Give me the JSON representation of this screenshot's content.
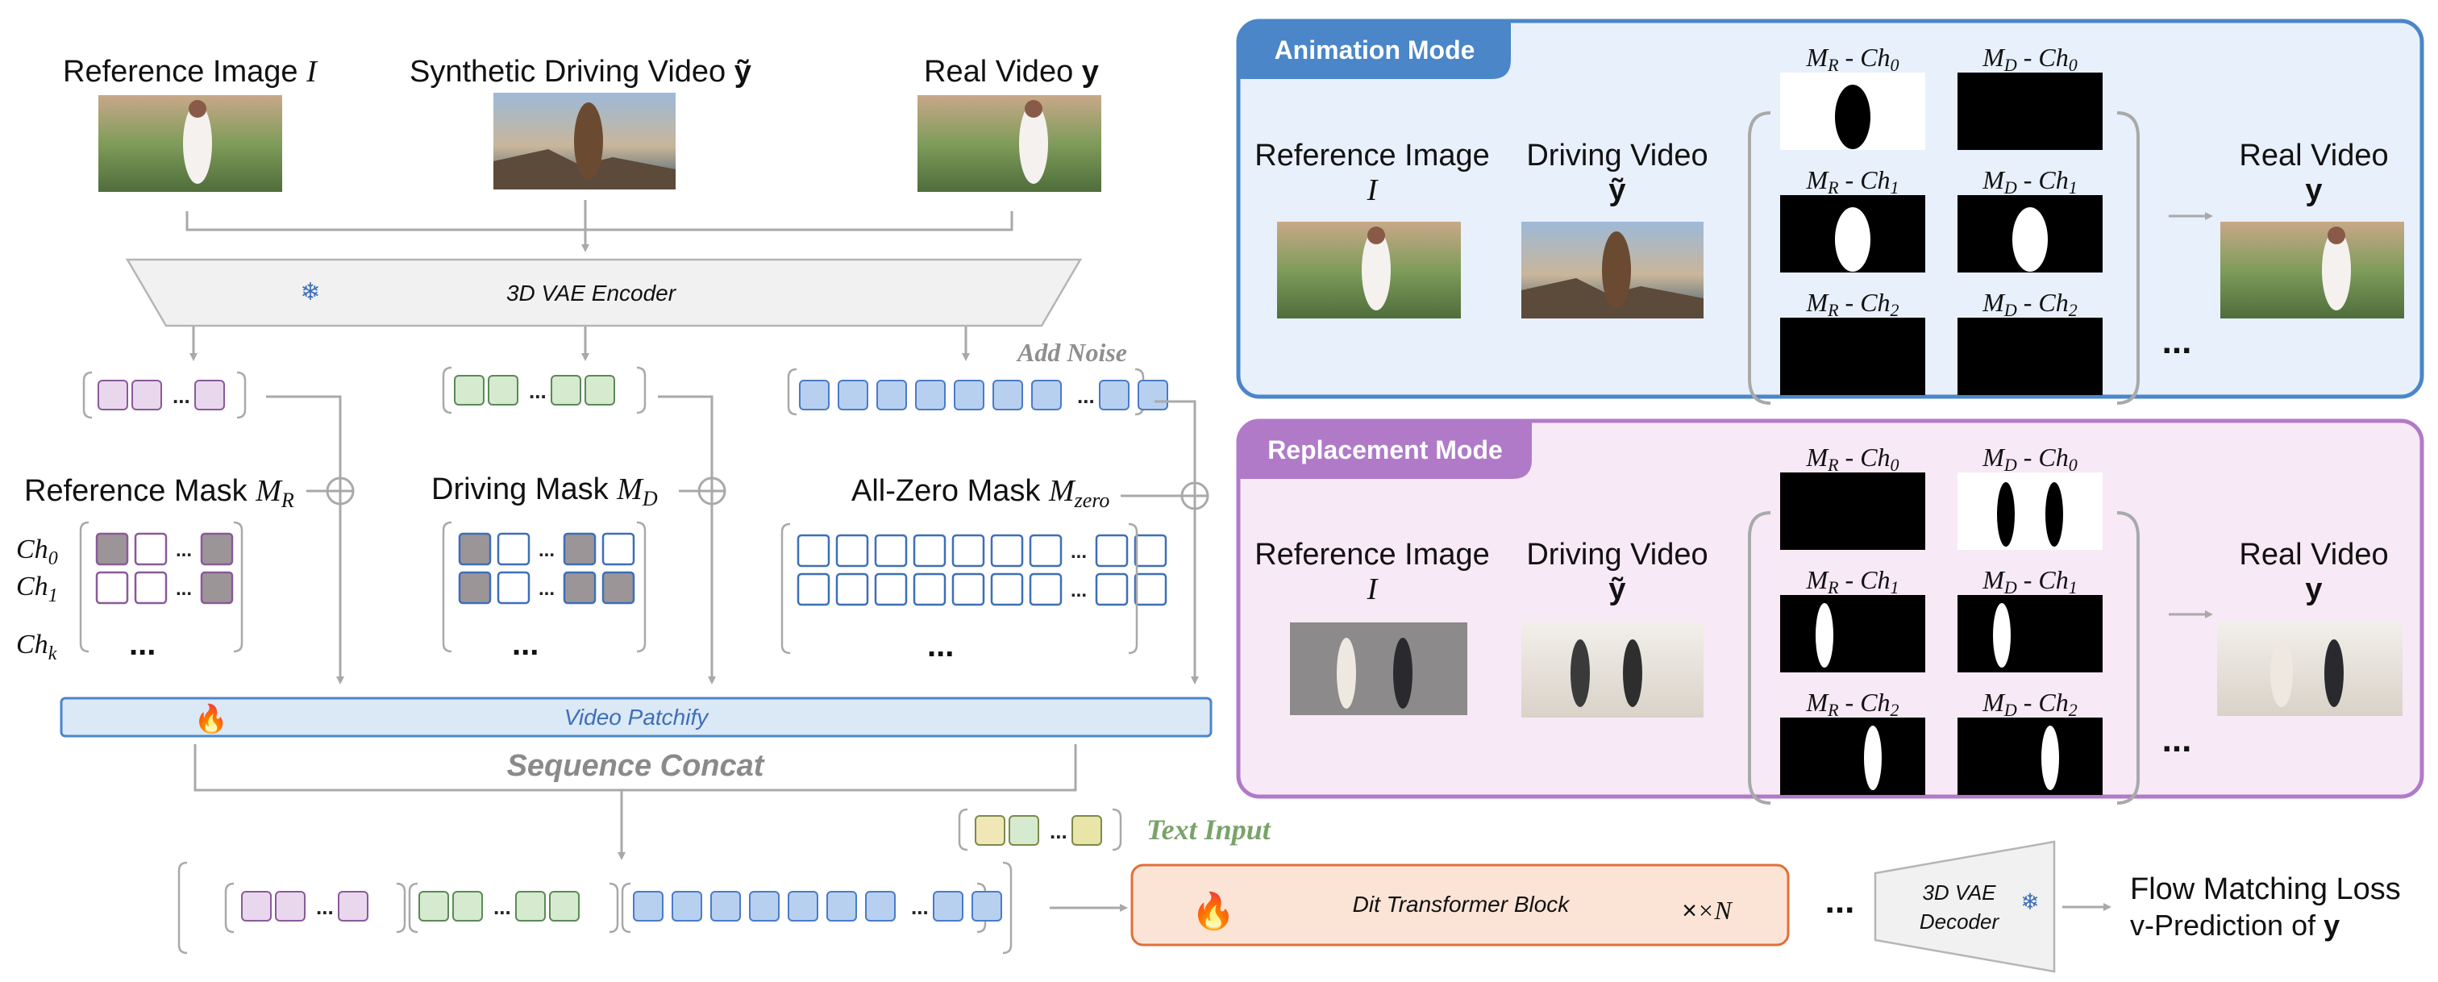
{
  "top": {
    "ref_image_label": "Reference Image",
    "ref_image_sym": "I",
    "synthetic_video_label": "Synthetic Driving Video",
    "synthetic_video_sym": "ỹ",
    "real_video_label": "Real Video",
    "real_video_sym": "y"
  },
  "encoder": {
    "label": "3D VAE Encoder",
    "snow_icon": "❄"
  },
  "noise_label": "Add Noise",
  "masks": {
    "reference_label": "Reference Mask",
    "reference_sym": "M",
    "reference_sub": "R",
    "driving_label": "Driving Mask",
    "driving_sym": "M",
    "driving_sub": "D",
    "zero_label": "All-Zero Mask",
    "zero_sym": "M",
    "zero_sub": "zero",
    "ch0": "Ch",
    "ch0_sub": "0",
    "ch1": "Ch",
    "ch1_sub": "1",
    "chk": "Ch",
    "chk_sub": "k",
    "dots": "..."
  },
  "patchify": {
    "label": "Video Patchify",
    "fire_icon": "🔥"
  },
  "concat_label": "Sequence Concat",
  "text_input_label": "Text Input",
  "dit": {
    "label": "Dit Transformer Block",
    "times": "×N",
    "fire_icon": "🔥"
  },
  "decoder": {
    "line1": "3D VAE",
    "line2": "Decoder",
    "snow_icon": "❄"
  },
  "loss": {
    "line1": "Flow Matching Loss",
    "line2_prefix": "v-Prediction of",
    "line2_sym": "y"
  },
  "ellipsis": "...",
  "animation": {
    "title": "Animation Mode",
    "ref_label": "Reference Image",
    "ref_sym": "I",
    "drive_label": "Driving Video",
    "drive_sym": "ỹ",
    "real_label": "Real Video",
    "real_sym": "y",
    "col_r": "M",
    "col_r_sub": "R",
    "col_d": "M",
    "col_d_sub": "D",
    "ch_prefix": "- Ch",
    "ch0": "0",
    "ch1": "1",
    "ch2": "2"
  },
  "replacement": {
    "title": "Replacement Mode",
    "ref_label": "Reference Image",
    "ref_sym": "I",
    "drive_label": "Driving Video",
    "drive_sym": "ỹ",
    "real_label": "Real Video",
    "real_sym": "y",
    "col_r": "M",
    "col_r_sub": "R",
    "col_d": "M",
    "col_d_sub": "D",
    "ch_prefix": "- Ch",
    "ch0": "0",
    "ch1": "1",
    "ch2": "2"
  },
  "colors": {
    "ref_token": "#e9d7ee",
    "ref_token_border": "#8a5a99",
    "drive_token": "#d6ead0",
    "drive_token_border": "#5a8a55",
    "noise_token": "#b8d0f0",
    "noise_token_border": "#4a7bc8",
    "mask_gray": "#9c9598",
    "patchify_fill": "#dbe8f6",
    "patchify_border": "#4a86c8",
    "dit_fill": "#fbe4d6",
    "dit_border": "#e0703a",
    "anim_bg": "#e8f0fb",
    "anim_border": "#4a86c8",
    "repl_bg": "#f7e9f6",
    "repl_border": "#b07ac8",
    "concat_text": "#8a8a8a",
    "text_input_color": "#7aa36a"
  }
}
